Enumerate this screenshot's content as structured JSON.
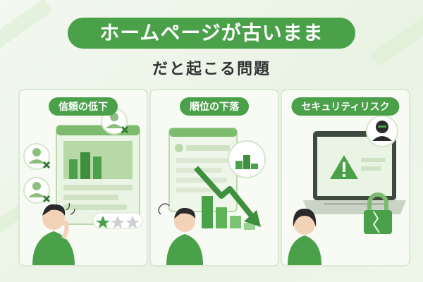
{
  "header": {
    "title": "ホームページが古いまま",
    "subtitle": "だと起こる問題"
  },
  "cards": [
    {
      "label": "信頼の低下"
    },
    {
      "label": "順位の下落"
    },
    {
      "label": "セキュリティリスク"
    }
  ],
  "colors": {
    "accent": "#4aa14a",
    "dark_green": "#2f7a31",
    "light_green": "#cfe8c3",
    "card_bg": "#f7fbf4"
  },
  "icons": [
    "warning-icon",
    "lock-icon",
    "hacker-icon",
    "user-icon",
    "star-icon",
    "podium-icon"
  ]
}
